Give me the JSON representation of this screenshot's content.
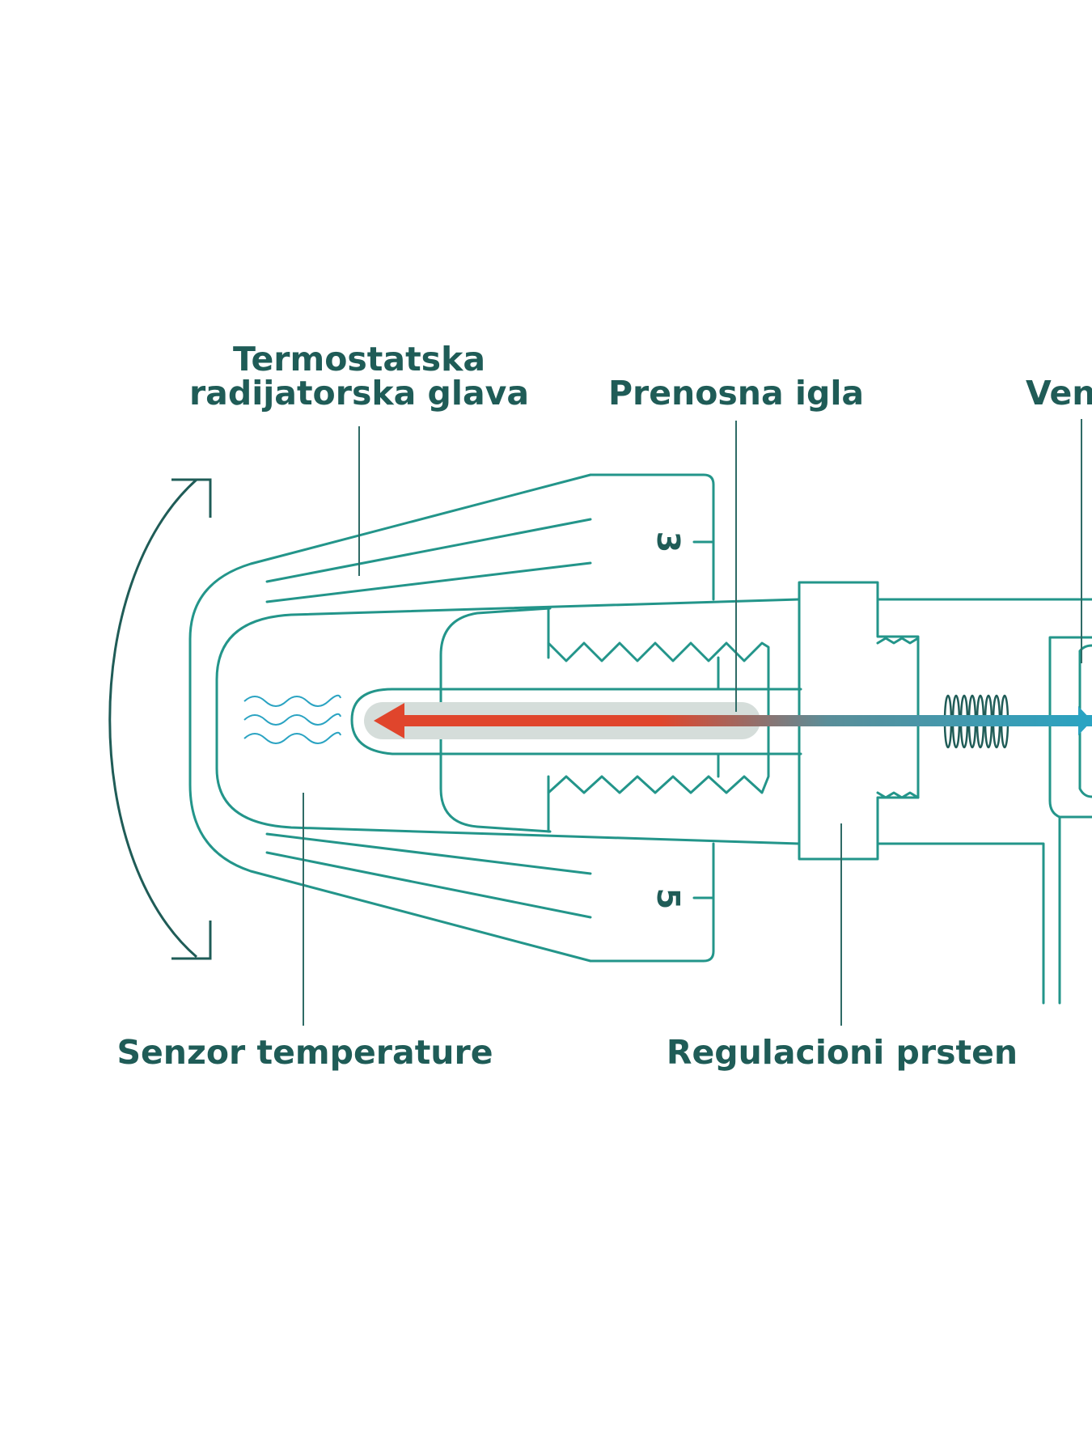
{
  "labels": {
    "head_line1": "Termostatska",
    "head_line2": "radijatorska glava",
    "pin": "Prenosna igla",
    "valve_partial": "Ven",
    "sensor": "Senzor temperature",
    "ring": "Regulacioni prsten"
  },
  "scale": {
    "upper": "3",
    "lower": "5"
  },
  "colors": {
    "outline": "#23958a",
    "label": "#1f5c57",
    "hot_arrow": "#e0452c",
    "cold_arrow": "#2aa3c2",
    "shading": "#f3f3f3"
  },
  "icons": {
    "rotation": "double-arrow-arc-icon",
    "heat": "heat-waves-icon",
    "transfer": "hot-cold-arrow-icon",
    "spring": "coil-spring-icon"
  }
}
